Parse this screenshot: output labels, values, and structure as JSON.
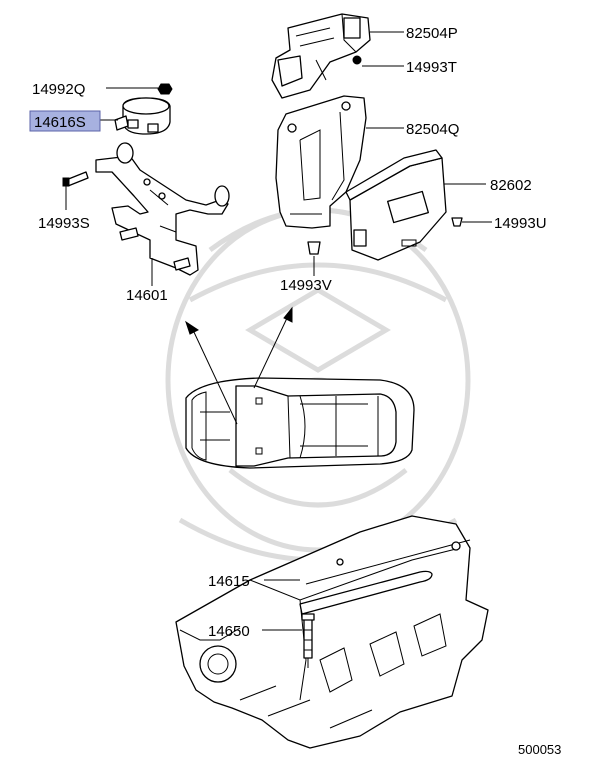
{
  "diagram": {
    "callouts": [
      {
        "id": "c-82504p",
        "text": "82504P"
      },
      {
        "id": "c-14993t",
        "text": "14993T"
      },
      {
        "id": "c-14992q",
        "text": "14992Q"
      },
      {
        "id": "c-14616s",
        "text": "14616S",
        "highlighted": true
      },
      {
        "id": "c-82504q",
        "text": "82504Q"
      },
      {
        "id": "c-82602",
        "text": "82602"
      },
      {
        "id": "c-14993s",
        "text": "14993S"
      },
      {
        "id": "c-14993u",
        "text": "14993U"
      },
      {
        "id": "c-14601",
        "text": "14601"
      },
      {
        "id": "c-14993v",
        "text": "14993V"
      },
      {
        "id": "c-14615",
        "text": "14615"
      },
      {
        "id": "c-14650",
        "text": "14650"
      }
    ],
    "figure_number": "500053",
    "colors": {
      "highlight_fill": "#a7b1e0",
      "highlight_border": "#5b63a8",
      "line": "#000000",
      "watermark": "#d9d9d9"
    }
  }
}
